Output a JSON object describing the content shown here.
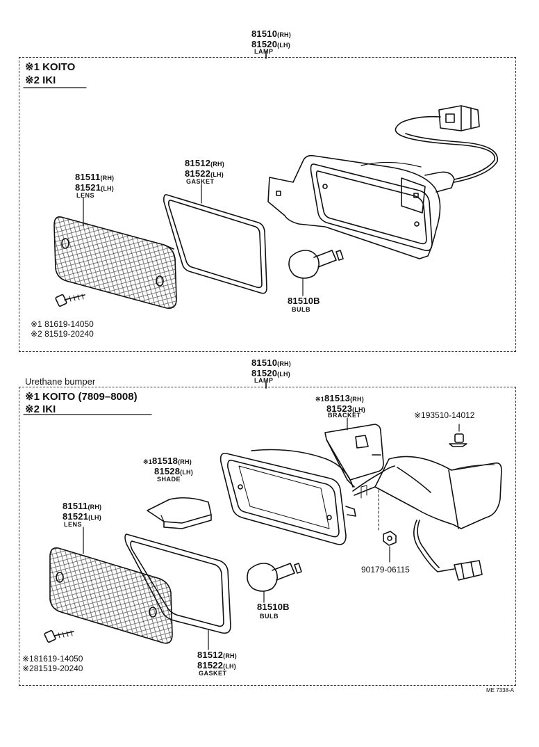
{
  "top": {
    "lamp": {
      "rh": "81510",
      "rh_suffix": "(RH)",
      "lh": "81520",
      "lh_suffix": "(LH)",
      "name": "LAMP"
    },
    "makers": [
      {
        "mark": "※1",
        "text": "KOITO"
      },
      {
        "mark": "※2",
        "text": "IKI"
      }
    ],
    "lens": {
      "rh": "81511",
      "rh_suffix": "(RH)",
      "lh": "81521",
      "lh_suffix": "(LH)",
      "name": "LENS"
    },
    "gasket": {
      "rh": "81512",
      "rh_suffix": "(RH)",
      "lh": "81522",
      "lh_suffix": "(LH)",
      "name": "GASKET"
    },
    "bulb": {
      "part": "81510B",
      "name": "BULB"
    },
    "screws": [
      {
        "mark": "※1",
        "part": "81619-14050"
      },
      {
        "mark": "※2",
        "part": "81519-20240"
      }
    ]
  },
  "bottom": {
    "title": "Urethane bumper",
    "lamp": {
      "rh": "81510",
      "rh_suffix": "(RH)",
      "lh": "81520",
      "lh_suffix": "(LH)",
      "name": "LAMP"
    },
    "makers": [
      {
        "mark": "※1",
        "text": "KOITO (7809–8008)"
      },
      {
        "mark": "※2",
        "text": "IKI"
      }
    ],
    "bracket": {
      "mark": "※1",
      "rh": "81513",
      "rh_suffix": "(RH)",
      "lh": "81523",
      "lh_suffix": "(LH)",
      "name": "BRACKET"
    },
    "bolt": {
      "mark": "※1",
      "part": "93510-14012"
    },
    "shade": {
      "mark": "※1",
      "rh": "81518",
      "rh_suffix": "(RH)",
      "lh": "81528",
      "lh_suffix": "(LH)",
      "name": "SHADE"
    },
    "lens": {
      "rh": "81511",
      "rh_suffix": "(RH)",
      "lh": "81521",
      "lh_suffix": "(LH)",
      "name": "LENS"
    },
    "nut": {
      "part": "90179-06115"
    },
    "bulb": {
      "part": "81510B",
      "name": "BULB"
    },
    "gasket": {
      "rh": "81512",
      "rh_suffix": "(RH)",
      "lh": "81522",
      "lh_suffix": "(LH)",
      "name": "GASKET"
    },
    "screws": [
      {
        "mark": "※1",
        "part": "81619-14050"
      },
      {
        "mark": "※2",
        "part": "81519-20240"
      }
    ]
  },
  "figure_code": "ME 7338-A"
}
